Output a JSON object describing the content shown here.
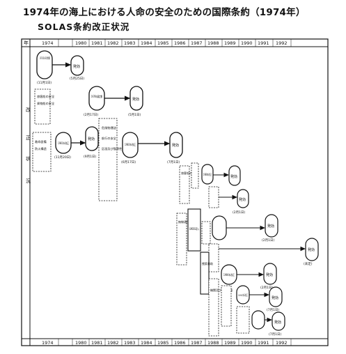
{
  "header": {
    "title": "1974年の海上における人命の安全のための国際条約（1974年）",
    "subtitle": "SOLAS条約改正状況"
  },
  "table": {
    "year_header": "年",
    "years": [
      "1974",
      "1980",
      "1981",
      "1982",
      "1983",
      "1984",
      "1985",
      "1986",
      "1987",
      "1988",
      "1989",
      "1990",
      "1991",
      "1992"
    ],
    "left_column_label": "改正状況"
  },
  "nodes": {
    "convention": "1974 SOLAS 条約採択",
    "convention_date": "(11月1日)",
    "effect_1980": "発効",
    "effect_1980_date": "(5月25日)",
    "protocol_1978": "1978年議定書",
    "protocol_1978_date": "(2月17日)",
    "effect_1981": "発効",
    "effect_1981_date": "(5月1日)",
    "amend_1981": "1981年改正",
    "amend_1981_date": "(11月20日)",
    "effect_1984": "発効",
    "effect_1984_date": "(9月1日)",
    "amend_1983": "1983年改正",
    "amend_1983_date": "(6月17日)",
    "effect_1986": "発効",
    "effect_1986_date": "(7月1日)",
    "amend_1988_a": "1988年改正",
    "effect_1988_a": "発効",
    "effect_1989_a": "発効",
    "effect_1989_a_date": "(2月1日)",
    "gmdss": "GMDSS導入",
    "effect_1992_a": "発効",
    "effect_1992_a_date": "(2月1日)",
    "effect_1992_b": "発効",
    "effect_1992_b_date": "(未定)",
    "effect_1991_a": "発効",
    "effect_1991_a_date": "(2月1日)",
    "effect_1992_c": "発効",
    "effect_1992_c_date": "(7月1日)",
    "amend_1990": "1990年改正",
    "amend_1991": "1991年改正",
    "effect_1992_d": "発効",
    "effect_1992_d_date": "(7月1日)"
  },
  "boxes": {
    "vert_1": "旅客船の安全",
    "vert_2": "貨物船の安全",
    "vert_3": "救命設備",
    "vert_4": "防火構造",
    "vert_5": "危険物運送",
    "vert_6": "航行の安全",
    "vert_7": "無線通信",
    "vert_8": "捜索救助",
    "vert_9": "区画及び復原性",
    "vert_10": "機関及び電気設備"
  }
}
